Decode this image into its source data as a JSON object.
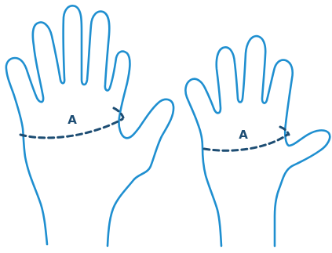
{
  "colors": {
    "outline": "#1f8fd0",
    "measure": "#1d4d73",
    "background": "#ffffff"
  },
  "hands": [
    {
      "id": "large-hand",
      "measure_label": "A"
    },
    {
      "id": "small-hand",
      "measure_label": "A"
    }
  ]
}
